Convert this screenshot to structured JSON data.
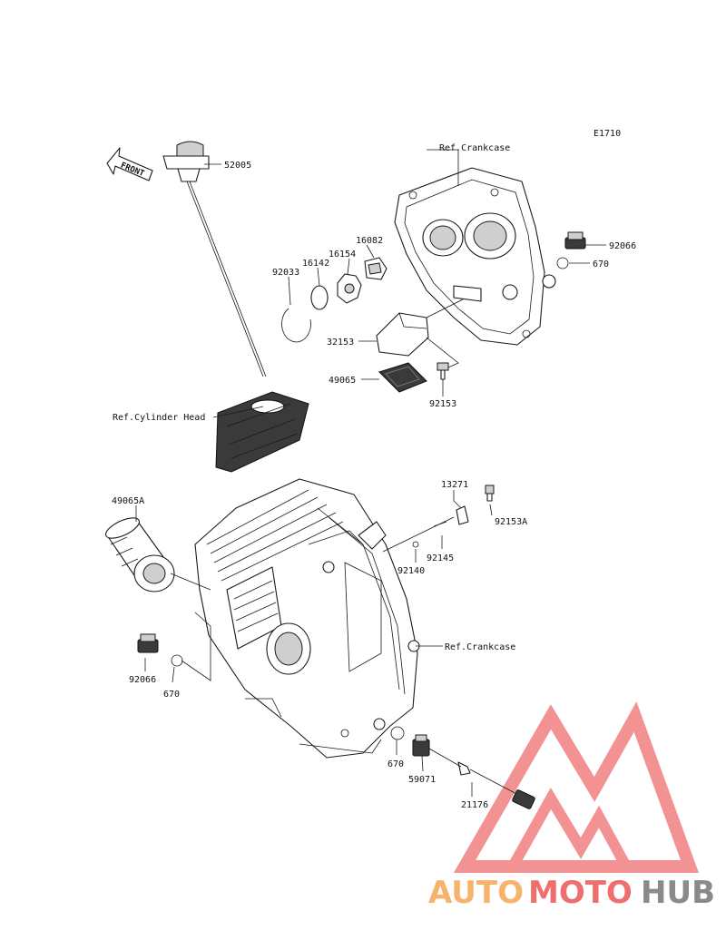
{
  "figure_code": "E1710",
  "front_label": "FRONT",
  "refs": {
    "crankcase_top": "Ref.Crankcase",
    "cylinder_head": "Ref.Cylinder Head",
    "crankcase_bottom": "Ref.Crankcase"
  },
  "parts": {
    "p52005": "52005",
    "p92066_top": "92066",
    "p670_top": "670",
    "p16082": "16082",
    "p16154": "16154",
    "p16142": "16142",
    "p92033": "92033",
    "p32153": "32153",
    "p49065": "49065",
    "p92153": "92153",
    "p49065A": "49065A",
    "p13271": "13271",
    "p92153A": "92153A",
    "p92145": "92145",
    "p92140": "92140",
    "p92066_bottom": "92066",
    "p670_left": "670",
    "p670_bottom": "670",
    "p59071": "59071",
    "p21176": "21176"
  },
  "watermark": {
    "part1": "AUTO",
    "part2": "MOTO",
    "part3": "HUB",
    "colors": {
      "auto": "#f7b26b",
      "moto": "#ef6f6f",
      "hub": "#8a8a8a",
      "triangle": "#f08080"
    }
  }
}
